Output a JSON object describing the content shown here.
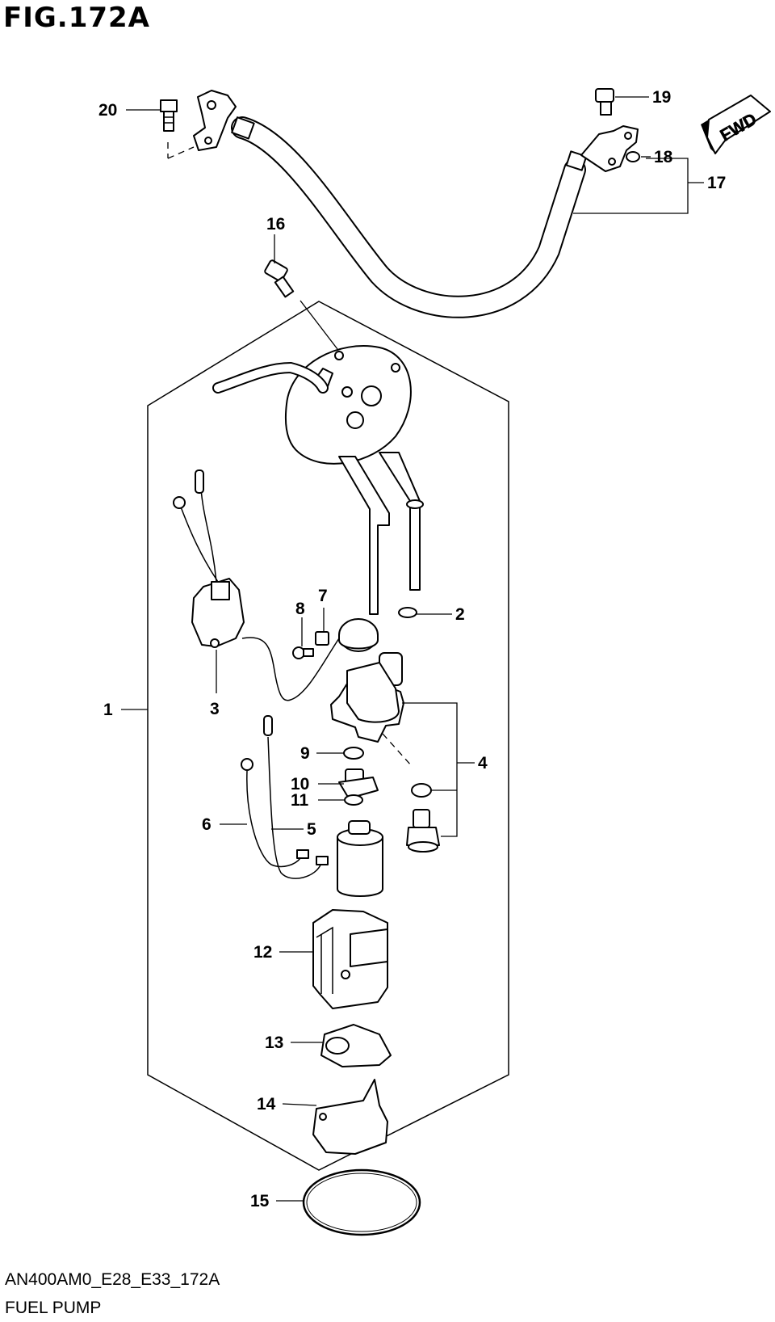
{
  "figure": {
    "title": "FIG.172A",
    "code": "AN400AM0_E28_E33_172A",
    "caption": "FUEL PUMP",
    "fwd_label": "FWD"
  },
  "callouts": [
    {
      "id": "1",
      "label": "1"
    },
    {
      "id": "2",
      "label": "2"
    },
    {
      "id": "3",
      "label": "3"
    },
    {
      "id": "4",
      "label": "4"
    },
    {
      "id": "5",
      "label": "5"
    },
    {
      "id": "6",
      "label": "6"
    },
    {
      "id": "7",
      "label": "7"
    },
    {
      "id": "8",
      "label": "8"
    },
    {
      "id": "9",
      "label": "9"
    },
    {
      "id": "10",
      "label": "10"
    },
    {
      "id": "11",
      "label": "11"
    },
    {
      "id": "12",
      "label": "12"
    },
    {
      "id": "13",
      "label": "13"
    },
    {
      "id": "14",
      "label": "14"
    },
    {
      "id": "15",
      "label": "15"
    },
    {
      "id": "16",
      "label": "16"
    },
    {
      "id": "17",
      "label": "17"
    },
    {
      "id": "18",
      "label": "18"
    },
    {
      "id": "19",
      "label": "19"
    },
    {
      "id": "20",
      "label": "20"
    }
  ]
}
